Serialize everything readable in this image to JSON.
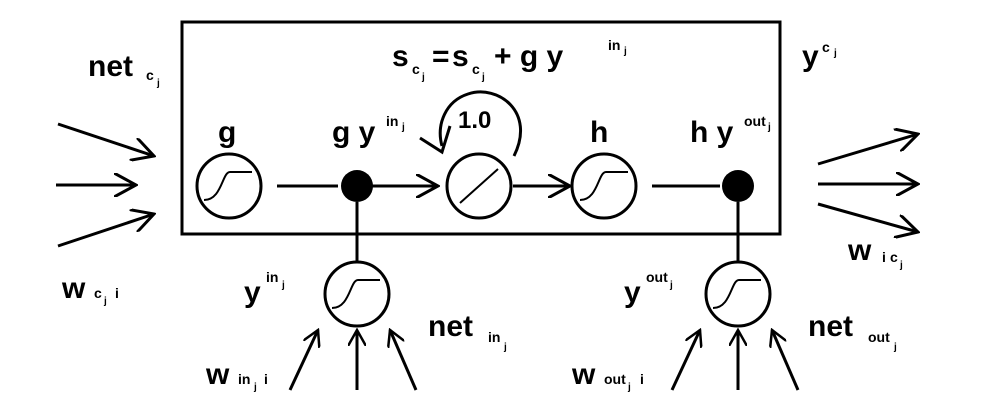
{
  "cell": {
    "state_equation": {
      "s": "s",
      "c": "c",
      "j": "j",
      "eq": "=",
      "s2": "s",
      "c2": "c",
      "j2": "j",
      "plus": "+ g y",
      "in": "in",
      "in_j": "j"
    },
    "net_c": {
      "net": "net",
      "c": "c",
      "j": "j"
    },
    "y_c": {
      "y": "y",
      "c": "c",
      "j": "j"
    },
    "g_label": "g",
    "gy_in": {
      "gy": "g y",
      "in": "in",
      "j": "j"
    },
    "self_loop": "1.0",
    "h_label": "h",
    "hy_out": {
      "hy": "h y",
      "out": "out",
      "j": "j"
    }
  },
  "weights": {
    "w_cji": {
      "w": "w",
      "c": "c",
      "j": "j",
      "i": "i"
    },
    "w_icj": {
      "w": "w",
      "i": "i",
      "c": "c",
      "j": "j"
    },
    "w_inji": {
      "w": "w",
      "in": "in",
      "j": "j",
      "i": "i"
    },
    "w_outji": {
      "w": "w",
      "out": "out",
      "j": "j",
      "i": "i"
    }
  },
  "gates": {
    "y_in": {
      "y": "y",
      "in": "in",
      "j": "j"
    },
    "net_in": {
      "net": "net",
      "in": "in",
      "j": "j"
    },
    "y_out": {
      "y": "y",
      "out": "out",
      "j": "j"
    },
    "net_out": {
      "net": "net",
      "out": "out",
      "j": "j"
    }
  }
}
